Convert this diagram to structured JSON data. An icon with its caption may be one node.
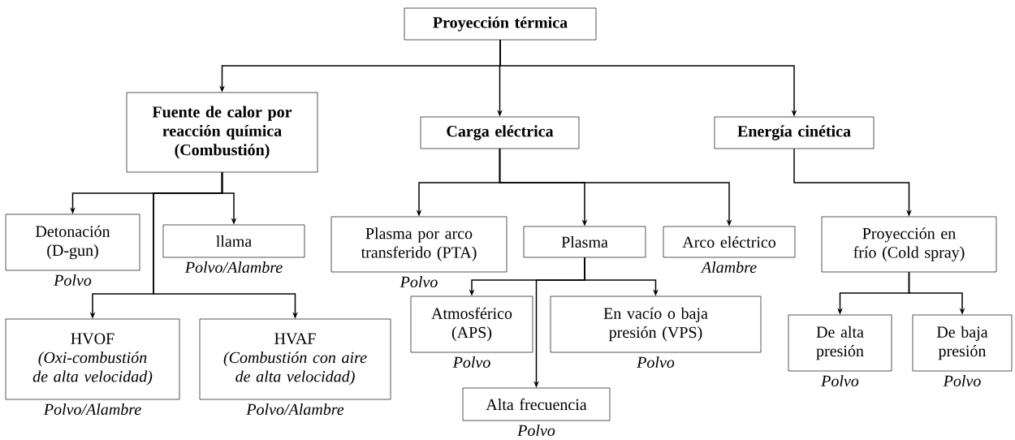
{
  "diagram": {
    "nodes": [
      {
        "text": [
          "Proyección térmica"
        ]
      },
      {
        "text": [
          "Fuente de calor por reacción química (Combustión)"
        ]
      },
      {
        "text": [
          "Carga eléctrica"
        ]
      },
      {
        "text": [
          "Energía cinética"
        ]
      },
      {
        "text": [
          "Detonación (D-gun)"
        ],
        "beside": [
          "Polvo"
        ]
      },
      {
        "text": [
          "llama"
        ],
        "beside": [
          "Polvo/Alambre"
        ]
      },
      {
        "text": [
          "HVOF",
          "(Oxi-combustión de alta velocidad)"
        ],
        "beside": [
          "Polvo/Alambre"
        ]
      },
      {
        "text": [
          "HVAF",
          "(Combustión con aire de alta velocidad)"
        ],
        "beside": [
          "Polvo/Alambre"
        ]
      },
      {
        "text": [
          "Plasma por arco transferido (PTA)"
        ],
        "beside": [
          "Polvo"
        ]
      },
      {
        "text": [
          "Plasma"
        ]
      },
      {
        "text": [
          "Arco eléctrico"
        ],
        "beside": [
          "Alambre"
        ]
      },
      {
        "text": [
          "Proyección en frío (Cold spray)"
        ]
      },
      {
        "text": [
          "Atmosférico (APS)"
        ],
        "beside": [
          "Polvo"
        ]
      },
      {
        "text": [
          "En vacío o baja presión (VPS)"
        ],
        "beside": [
          "Polvo"
        ]
      },
      {
        "text": [
          "Alta frecuencia"
        ],
        "beside": [
          "Polvo"
        ]
      },
      {
        "text": [
          "De alta presión"
        ],
        "beside": [
          "Polvo"
        ]
      },
      {
        "text": [
          "De baja presión"
        ],
        "beside": [
          "Polvo"
        ]
      }
    ],
    "edges": [
      {
        "from": 0,
        "to": 1,
        "arrow": "to"
      },
      {
        "from": 0,
        "to": 2,
        "arrow": "to"
      },
      {
        "from": 0,
        "to": 3,
        "arrow": "to"
      },
      {
        "from": 1,
        "to": 4,
        "arrow": "to"
      },
      {
        "from": 1,
        "to": 5,
        "arrow": "to"
      },
      {
        "from": 1,
        "to": 6,
        "arrow": "to"
      },
      {
        "from": 1,
        "to": 7,
        "arrow": "to"
      },
      {
        "from": 2,
        "to": 8,
        "arrow": "to"
      },
      {
        "from": 2,
        "to": 9,
        "arrow": "to"
      },
      {
        "from": 2,
        "to": 10,
        "arrow": "to"
      },
      {
        "from": 3,
        "to": 11,
        "arrow": "to"
      },
      {
        "from": 9,
        "to": 12,
        "arrow": "to"
      },
      {
        "from": 9,
        "to": 13,
        "arrow": "to"
      },
      {
        "from": 9,
        "to": 14,
        "arrow": "to"
      },
      {
        "from": 11,
        "to": 15,
        "arrow": "to"
      },
      {
        "from": 11,
        "to": 16,
        "arrow": "to"
      }
    ]
  }
}
